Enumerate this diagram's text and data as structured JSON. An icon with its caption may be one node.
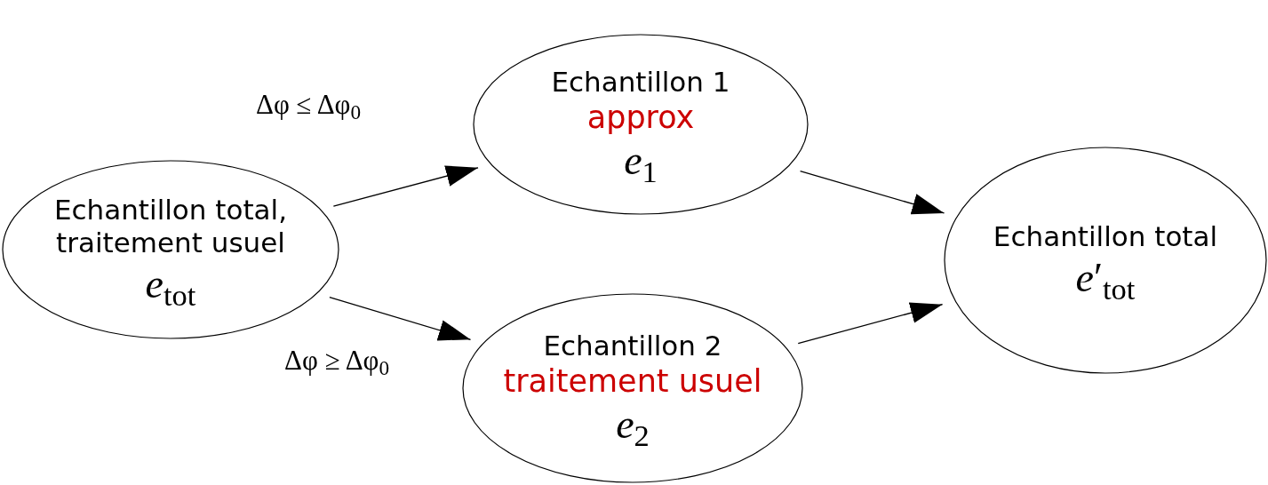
{
  "diagram": {
    "nodes": [
      {
        "text": [
          "Echantillon total, traitement usuel",
          "*e*$_{tot}$"
        ]
      },
      {
        "text": [
          "Echantillon 1",
          "approx",
          "*e*$_{1}$"
        ]
      },
      {
        "text": [
          "Echantillon 2",
          "traitement usuel",
          "*e*$_{2}$"
        ]
      },
      {
        "text": [
          "Echantillon total",
          "*e*′$_{tot}$"
        ]
      }
    ],
    "edges": [
      {
        "from": 0,
        "to": 1,
        "arrow": "to",
        "label": "Δφ ≤ Δφ$_{0}$"
      },
      {
        "from": 0,
        "to": 2,
        "arrow": "to",
        "label": "Δφ ≥ Δφ$_{0}$"
      },
      {
        "from": 1,
        "to": 3,
        "arrow": "to"
      },
      {
        "from": 2,
        "to": 3,
        "arrow": "to"
      }
    ]
  }
}
